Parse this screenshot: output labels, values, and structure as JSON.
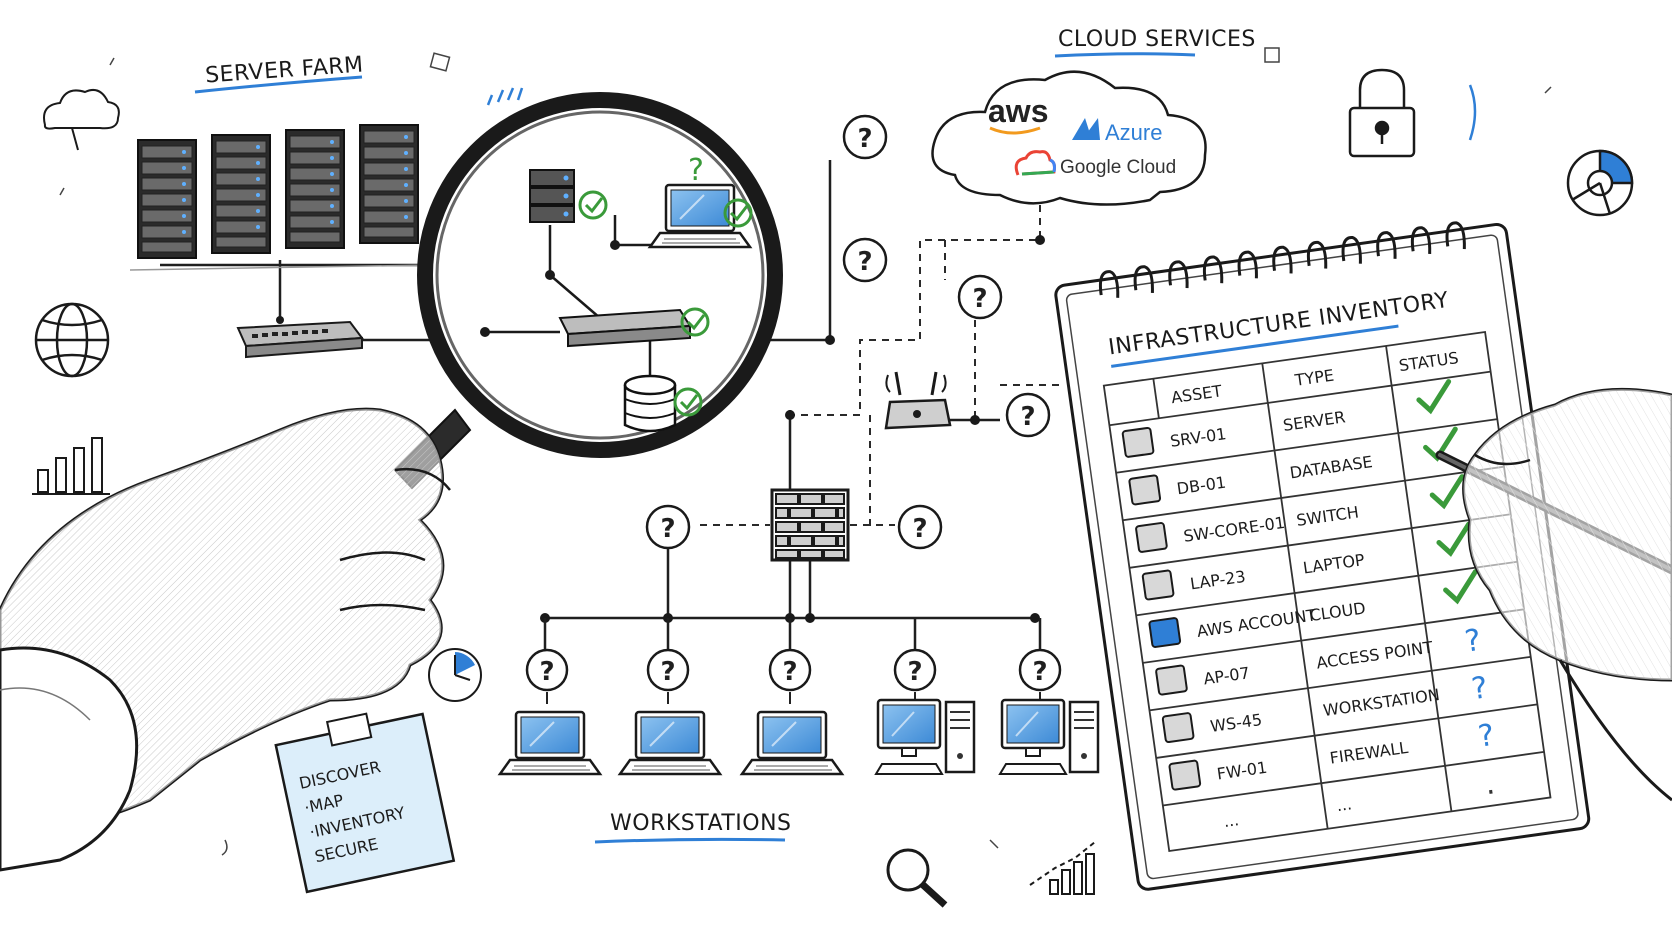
{
  "labels": {
    "server_farm": "SERVER FARM",
    "cloud_services": "CLOUD SERVICES",
    "workstations": "WORKSTATIONS"
  },
  "cloud": {
    "aws": "aws",
    "azure": "Azure",
    "google": "Google Cloud"
  },
  "unknown_mark": "?",
  "sticky_note": {
    "items": [
      "DISCOVER",
      "·MAP",
      "·INVENTORY",
      "SECURE"
    ]
  },
  "inventory": {
    "title": "INFRASTRUCTURE INVENTORY",
    "headers": [
      "ASSET",
      "TYPE",
      "STATUS"
    ],
    "rows": [
      {
        "asset": "SRV-01",
        "type": "SERVER",
        "status": "check",
        "icon": "server-icon"
      },
      {
        "asset": "DB-01",
        "type": "DATABASE",
        "status": "check",
        "icon": "database-icon"
      },
      {
        "asset": "SW-CORE-01",
        "type": "SWITCH",
        "status": "check",
        "icon": "switch-icon"
      },
      {
        "asset": "LAP-23",
        "type": "LAPTOP",
        "status": "check",
        "icon": "laptop-icon"
      },
      {
        "asset": "AWS ACCOUNT",
        "type": "CLOUD",
        "status": "check",
        "icon": "cloud-icon"
      },
      {
        "asset": "AP-07",
        "type": "ACCESS POINT",
        "status": "?",
        "icon": "access-point-icon"
      },
      {
        "asset": "WS-45",
        "type": "WORKSTATION",
        "status": "?",
        "icon": "workstation-icon"
      },
      {
        "asset": "FW-01",
        "type": "FIREWALL",
        "status": "?",
        "icon": "firewall-icon"
      },
      {
        "asset": "...",
        "type": "...",
        "status": ".",
        "icon": ""
      }
    ]
  },
  "colors": {
    "ink": "#1f1f1f",
    "accent_blue": "#2f7fd6",
    "check_green": "#3a9a3a",
    "sticky": "#dceefa"
  }
}
